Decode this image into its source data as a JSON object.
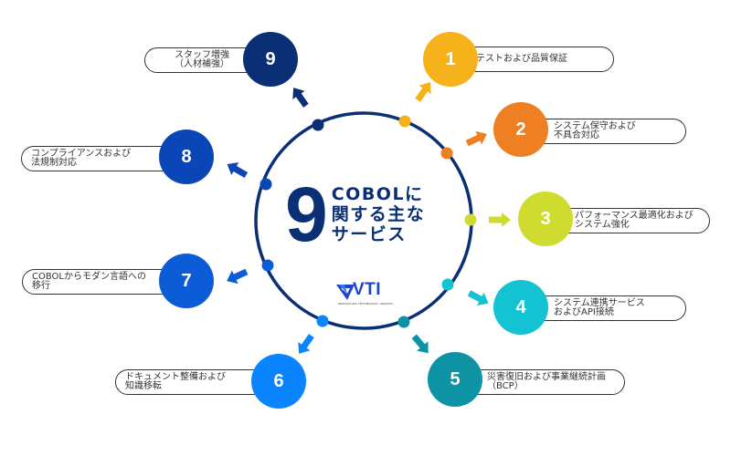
{
  "center": {
    "big_number": "9",
    "title_lines": [
      "COBOLに",
      "関する主な",
      "サービス"
    ]
  },
  "logo": {
    "text": "VTI",
    "tagline": "INNOVATION TECHNOLOGY GRAPHIC"
  },
  "colors": {
    "ring": "#0A2F75",
    "s1": "#F6B21B",
    "s2": "#EE7F22",
    "s3": "#CFDB2E",
    "s4": "#14C3D1",
    "s5": "#0E93A5",
    "s6": "#0A84FF",
    "s7": "#0B5CD6",
    "s8": "#0B46B8",
    "s9": "#0A2F75"
  },
  "services": [
    {
      "number": "1",
      "lines": [
        "テストおよび品質保証"
      ]
    },
    {
      "number": "2",
      "lines": [
        "システム保守および",
        "不具合対応"
      ]
    },
    {
      "number": "3",
      "lines": [
        "パフォーマンス最適化および",
        "システム強化"
      ]
    },
    {
      "number": "4",
      "lines": [
        "システム連携サービス",
        "およびAPI接続"
      ]
    },
    {
      "number": "5",
      "lines": [
        "災害復旧および事業継続計画",
        "（BCP）"
      ]
    },
    {
      "number": "6",
      "lines": [
        "ドキュメント整備および",
        "知識移転"
      ]
    },
    {
      "number": "7",
      "lines": [
        "COBOLからモダン言語への",
        "移行"
      ]
    },
    {
      "number": "8",
      "lines": [
        "コンプライアンスおよび",
        "法規制対応"
      ]
    },
    {
      "number": "9",
      "lines": [
        "スタッフ増強",
        "（人材補強）"
      ]
    }
  ]
}
